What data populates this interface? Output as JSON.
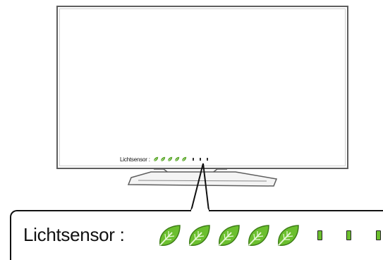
{
  "tv_caption": {
    "label": "Lichtsensor :",
    "active_leaves": 5,
    "inactive_segments": 3
  },
  "callout": {
    "label": "Lichtsensor :",
    "active_leaves": 5,
    "inactive_segments": 3
  },
  "colors": {
    "leaf_green": "#5aa829",
    "leaf_light": "#8fd14a",
    "frame": "#5e5e5e"
  },
  "icons": {
    "leaf": "leaf-icon",
    "segment": "level-segment-icon"
  }
}
